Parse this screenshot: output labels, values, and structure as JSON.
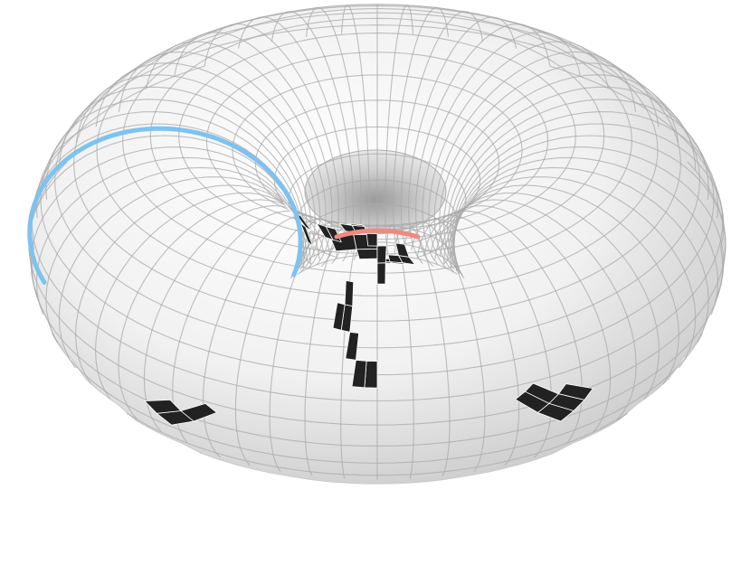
{
  "figure": {
    "subject": "torus-grid",
    "colors": {
      "background": "#ffffff",
      "surface": "#f1f1f1",
      "surface_shadow": "#c9c9c9",
      "grid_line": "#a9a9a9",
      "live_cell": "#222222",
      "meridian_loop": "#7ec3f0",
      "longitude_loop": "#f08a80"
    },
    "grid": {
      "rings": 30,
      "segments": 60
    },
    "live_cells": [
      [
        3,
        22
      ],
      [
        4,
        22
      ],
      [
        5,
        22
      ],
      [
        4,
        21
      ],
      [
        5,
        21
      ],
      [
        24,
        23
      ],
      [
        25,
        23
      ],
      [
        24,
        22
      ],
      [
        43,
        22
      ],
      [
        44,
        22
      ],
      [
        44,
        21
      ],
      [
        45,
        20
      ],
      [
        46,
        20
      ],
      [
        45,
        19
      ],
      [
        46,
        19
      ],
      [
        46,
        18
      ],
      [
        47,
        18
      ],
      [
        47,
        17
      ],
      [
        15,
        18
      ],
      [
        16,
        18
      ],
      [
        17,
        17
      ],
      [
        18,
        16
      ],
      [
        19,
        16
      ],
      [
        18,
        15
      ],
      [
        14,
        14
      ],
      [
        14,
        13
      ],
      [
        15,
        12
      ],
      [
        16,
        11
      ],
      [
        17,
        11
      ],
      [
        16,
        10
      ],
      [
        19,
        12
      ],
      [
        20,
        12
      ],
      [
        23,
        12
      ],
      [
        24,
        13
      ],
      [
        25,
        12
      ]
    ]
  }
}
